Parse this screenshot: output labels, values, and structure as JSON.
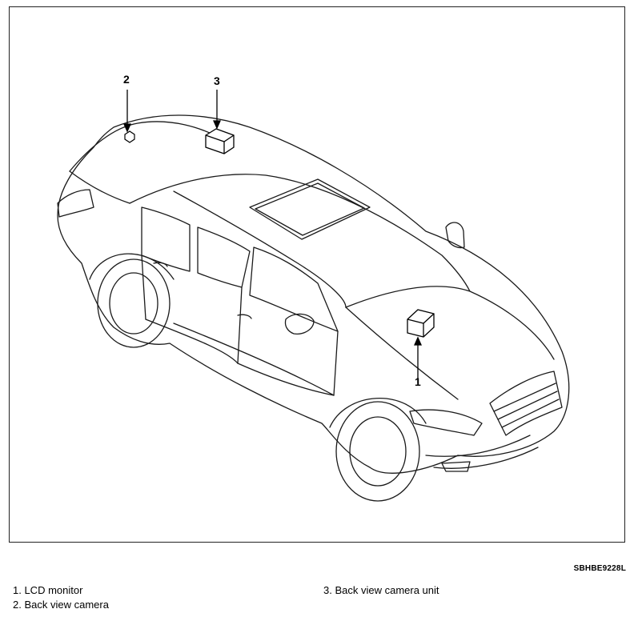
{
  "callouts": {
    "c1": "1",
    "c2": "2",
    "c3": "3"
  },
  "figure_code": "SBHBE9228L",
  "legend": [
    {
      "label": "1. LCD monitor"
    },
    {
      "label": "2. Back view camera"
    },
    {
      "label": "3. Back view camera unit"
    }
  ],
  "icons": {
    "car": "sedan-outline-icon",
    "lcd": "lcd-monitor-icon",
    "camera": "back-camera-icon",
    "camera_unit": "camera-unit-icon"
  }
}
